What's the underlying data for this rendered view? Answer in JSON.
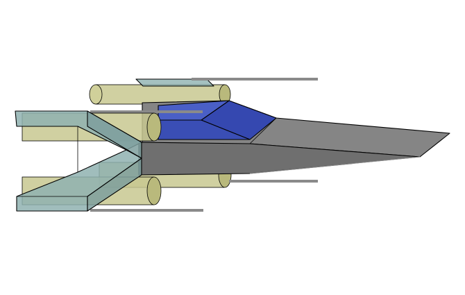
{
  "model": {
    "colors": {
      "background": "#ffffff",
      "engine": "#c8c890",
      "engine_end": "#b9b97c",
      "wing_panel": "#8fb2b0",
      "wing_panel_dark": "#7e9f9e",
      "hull": "#7d7d7d",
      "hull_dark": "#6a6a6a",
      "canopy": "#3548b0",
      "canopy_light": "#4a5fc6",
      "cannon": "#8a8a8a"
    },
    "parts": {
      "engine": "cylinder",
      "wing": "box",
      "hull": "wedge",
      "canopy": "cockpit-glass",
      "cannon": "rod"
    }
  }
}
